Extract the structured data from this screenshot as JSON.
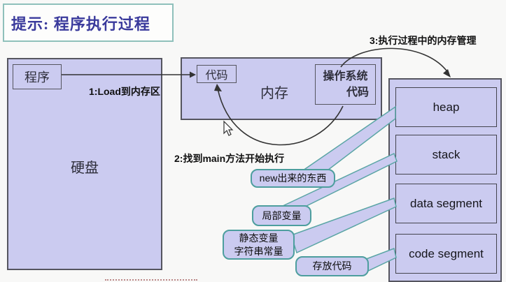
{
  "title": {
    "text": "提示: 程序执行过程"
  },
  "disk": {
    "label": "硬盘",
    "program_label": "程序"
  },
  "memory": {
    "label": "内存",
    "code_label": "代码",
    "os_code_line1": "操作系统",
    "os_code_line2": "代码"
  },
  "segments": {
    "items": [
      {
        "label": "heap"
      },
      {
        "label": "stack"
      },
      {
        "label": "data segment"
      },
      {
        "label": "code segment"
      }
    ]
  },
  "steps": {
    "step1": "1:Load到内存区",
    "step2": "2:找到main方法开始执行",
    "step3": "3:执行过程中的内存管理"
  },
  "callouts": {
    "heap_note": "new出来的东西",
    "stack_note": "局部变量",
    "data_note_line1": "静态变量",
    "data_note_line2": "字符串常量",
    "code_note": "存放代码"
  },
  "colors": {
    "box_fill": "#cbcbf0",
    "box_border": "#55555f",
    "callout_border": "#4d9e9e",
    "title_text": "#3a3a9c",
    "title_border": "#8fc0bb",
    "background": "#f8f8f7",
    "arrow": "#333333"
  }
}
